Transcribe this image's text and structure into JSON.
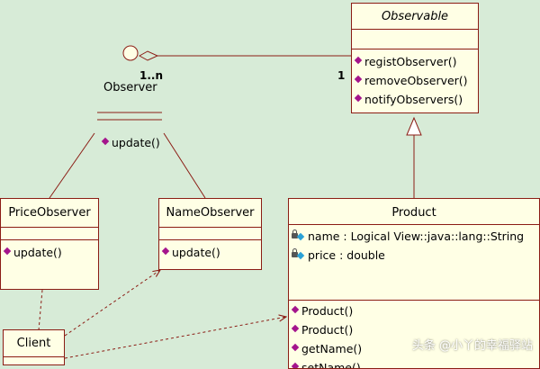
{
  "observable": {
    "name": "Observable",
    "operations": [
      "registObserver()",
      "removeObserver()",
      "notifyObservers()"
    ]
  },
  "observer": {
    "name": "Observer",
    "operations": [
      "update()"
    ]
  },
  "price_observer": {
    "name": "PriceObserver",
    "operations": [
      "update()"
    ]
  },
  "name_observer": {
    "name": "NameObserver",
    "operations": [
      "update()"
    ]
  },
  "product": {
    "name": "Product",
    "attributes": [
      "name : Logical View::java::lang::String",
      "price : double"
    ],
    "operations": [
      "Product()",
      "Product()",
      "getName()",
      "setName()"
    ]
  },
  "client": {
    "name": "Client"
  },
  "association": {
    "observer_multiplicity": "1..n",
    "observable_multiplicity": "1"
  },
  "colors": {
    "background": "#d7ebd7",
    "line": "#8b1c14",
    "box_fill": "#ffffe5",
    "operation_icon": "#a4148c",
    "attribute_icon": "#2aa1d6"
  },
  "watermark": "头条 @小丫的幸福驿站"
}
